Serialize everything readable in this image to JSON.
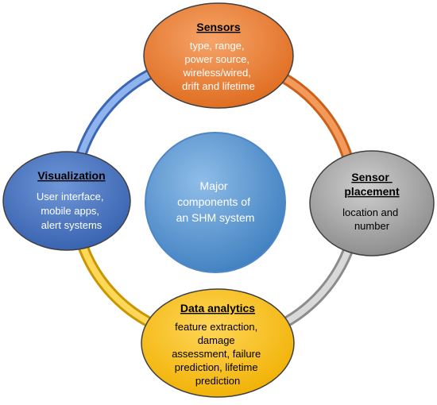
{
  "center": {
    "lines": [
      "Major",
      "components of",
      "an SHM system"
    ]
  },
  "nodes": {
    "sensors": {
      "title": "Sensors",
      "lines": [
        "type, range,",
        "power source,",
        "wireless/wired,",
        "drift and lifetime"
      ]
    },
    "sensor_placement": {
      "title_lines": [
        "Sensor",
        "placement"
      ],
      "lines": [
        "location and",
        "number"
      ]
    },
    "data_analytics": {
      "title": "Data analytics",
      "lines": [
        "feature extraction,",
        "damage",
        "assessment, failure",
        "prediction, lifetime",
        "prediction"
      ]
    },
    "visualization": {
      "title": "Visualization",
      "lines": [
        "User interface,",
        "mobile apps,",
        "alert systems"
      ]
    }
  },
  "colors": {
    "orange": "#ee7d31",
    "gray": "#a5a5a5",
    "gold": "#ffc000",
    "blue": "#4472c4",
    "center": "#5b9bd5"
  }
}
